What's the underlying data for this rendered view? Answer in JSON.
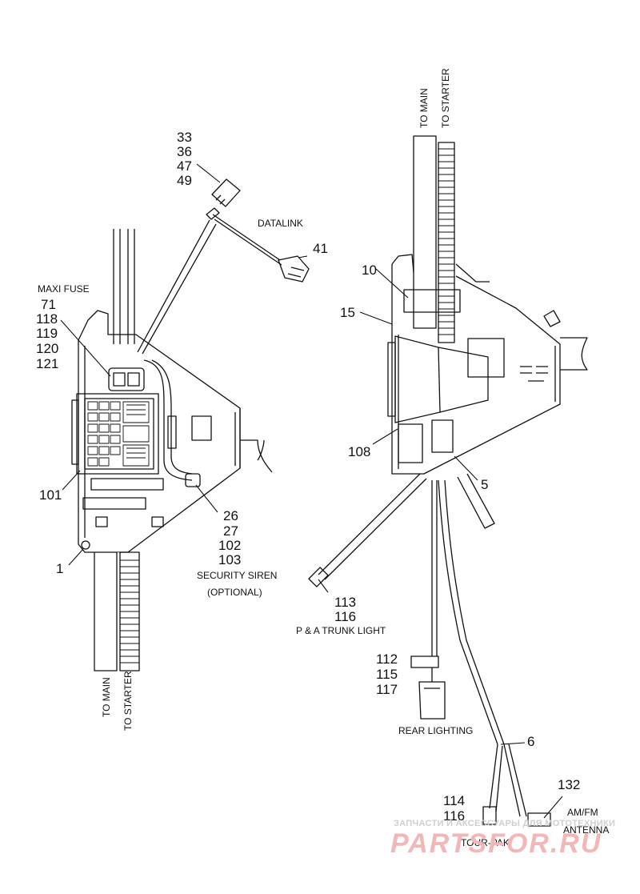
{
  "left_assembly": {
    "callouts": {
      "c33": "33",
      "c36": "36",
      "c47": "47",
      "c49": "49",
      "datalink": "DATALINK",
      "c41": "41",
      "maxi_fuse": "MAXI FUSE",
      "c71": "71",
      "c118": "118",
      "c119": "119",
      "c120": "120",
      "c121": "121",
      "c101": "101",
      "c26": "26",
      "c27": "27",
      "c102": "102",
      "c103": "103",
      "security_siren": "SECURITY SIREN",
      "optional": "(OPTIONAL)",
      "c1": "1"
    },
    "bottom_labels": {
      "to_main": "TO MAIN",
      "to_starter": "TO STARTER"
    }
  },
  "right_assembly": {
    "top_labels": {
      "to_main": "TO MAIN",
      "to_starter": "TO STARTER"
    },
    "callouts": {
      "c10": "10",
      "c15": "15",
      "c108": "108",
      "c5": "5",
      "c113": "113",
      "c116a": "116",
      "trunk_light": "P & A TRUNK LIGHT",
      "c112": "112",
      "c115": "115",
      "c117": "117",
      "rear_lighting": "REAR LIGHTING",
      "c6": "6",
      "c132": "132",
      "amfm": "AM/FM",
      "antenna": "ANTENNA",
      "c114": "114",
      "c116b": "116",
      "tour_pak": "TOUR-PAK"
    }
  },
  "watermark": {
    "text": "ЗАПЧАСТИ И АКСЕССУАРЫ ДЛЯ МОТОТЕХНИКИ",
    "brand": "PARTSFOR.RU",
    "color": "#f2b8b8"
  }
}
